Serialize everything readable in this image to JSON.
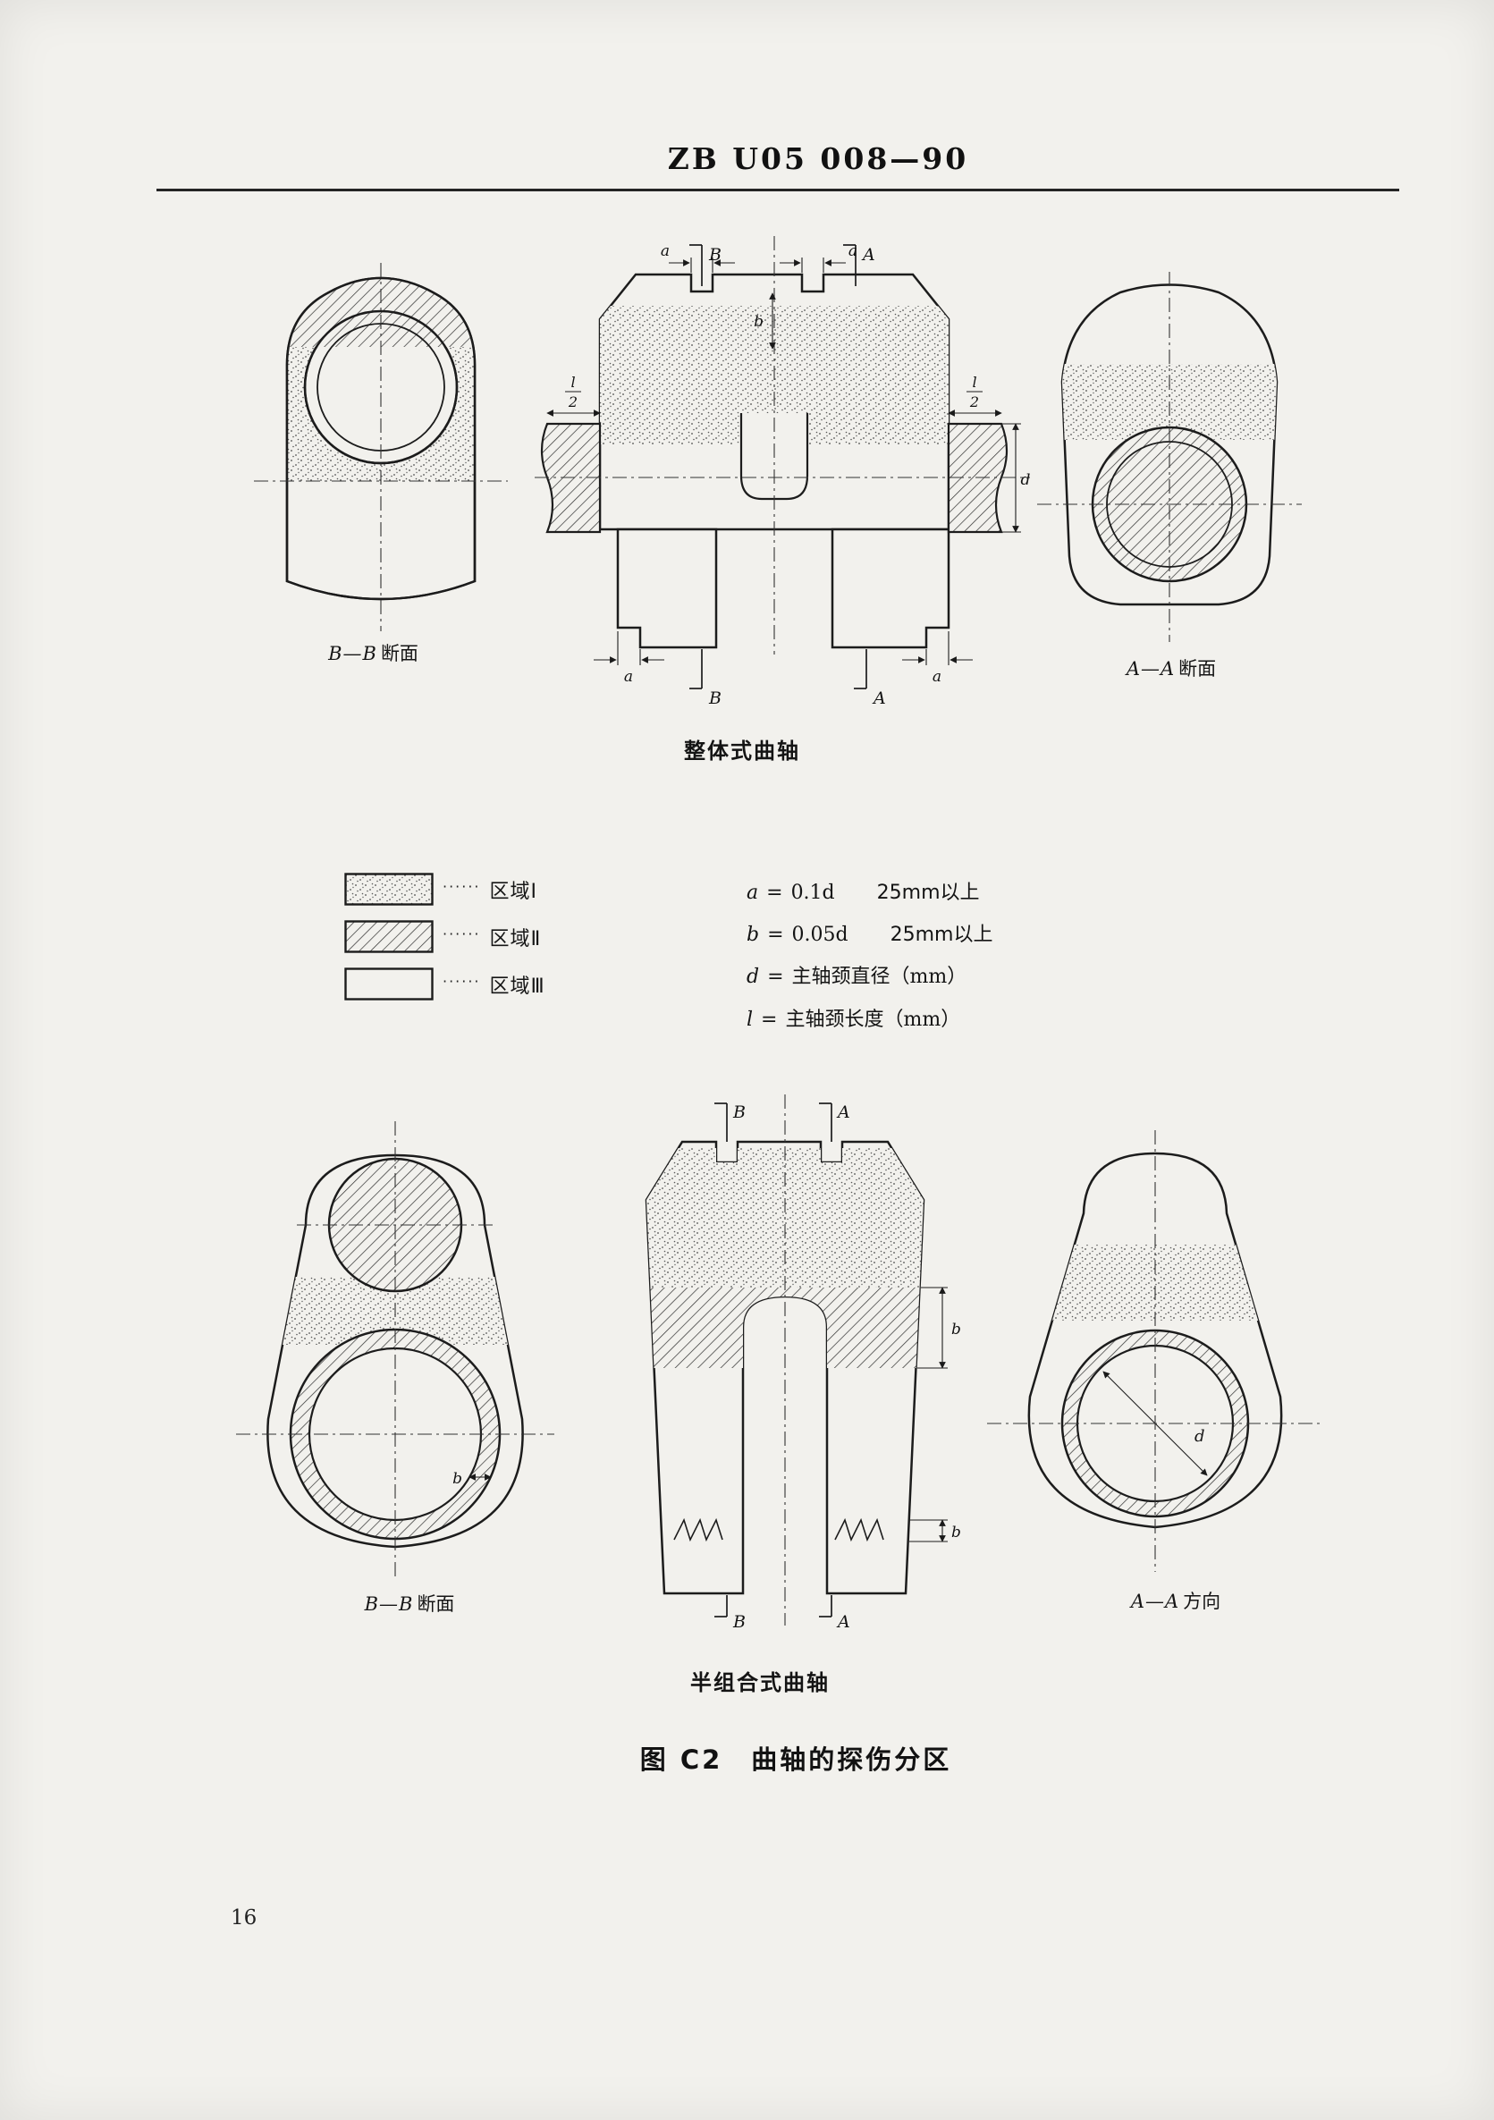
{
  "colors": {
    "ink": "#1c1c1c",
    "paper": "#f2f1ed"
  },
  "header": {
    "standard_number": "ZB U05 008—90"
  },
  "integral": {
    "caption": "整体式曲轴",
    "left_label": {
      "letters": "B—B",
      "text": "断面"
    },
    "right_label": {
      "letters": "A—A",
      "text": "断面"
    },
    "dims": {
      "B": "B",
      "A": "A",
      "a": "a",
      "b": "b",
      "d": "d",
      "l": "l",
      "two": "2"
    }
  },
  "legend": {
    "leader": "······",
    "zones": [
      {
        "label": "区域Ⅰ",
        "pattern": "stipple"
      },
      {
        "label": "区域Ⅱ",
        "pattern": "hatch"
      },
      {
        "label": "区域Ⅲ",
        "pattern": "blank"
      }
    ],
    "notes": [
      {
        "lhs": "a",
        "eq": "=",
        "rhs": "0.1d",
        "extra": "25mm以上"
      },
      {
        "lhs": "b",
        "eq": "=",
        "rhs": "0.05d",
        "extra": "25mm以上"
      },
      {
        "lhs": "d",
        "eq": "=",
        "rhs": "主轴颈直径（mm）",
        "extra": ""
      },
      {
        "lhs": "l",
        "eq": "=",
        "rhs": "主轴颈长度（mm）",
        "extra": ""
      }
    ]
  },
  "semi": {
    "caption": "半组合式曲轴",
    "left_label": {
      "letters": "B—B",
      "text": "断面"
    },
    "right_label": {
      "letters": "A—A",
      "text": "方向"
    },
    "dims": {
      "B": "B",
      "A": "A",
      "b": "b",
      "d": "d"
    }
  },
  "figure_caption": "图 C2　曲轴的探伤分区",
  "page_number": "16"
}
